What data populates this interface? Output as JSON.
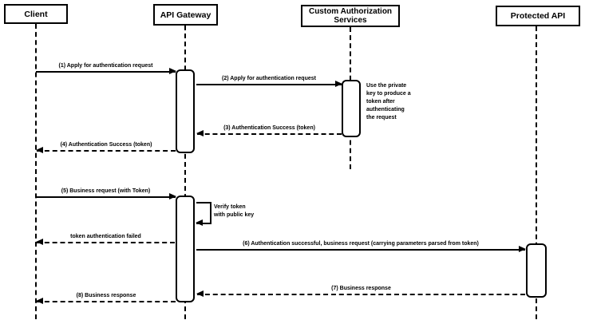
{
  "diagram_type": "sequence",
  "colors": {
    "stroke": "#000000",
    "background": "#ffffff",
    "text": "#000000"
  },
  "participants": [
    {
      "name": "Client"
    },
    {
      "name": "API Gateway"
    },
    {
      "name": "Custom Authorization Services"
    },
    {
      "name": "Protected API"
    }
  ],
  "messages": [
    {
      "label": "(1) Apply for authentication request",
      "from": "Client",
      "to": "API Gateway",
      "line": "solid"
    },
    {
      "label": "(2) Apply for authentication request",
      "from": "API Gateway",
      "to": "Custom Authorization Services",
      "line": "solid"
    },
    {
      "label": "(3) Authentication Success (token)",
      "from": "Custom Authorization Services",
      "to": "API Gateway",
      "line": "dashed"
    },
    {
      "label": "(4) Authentication Success (token)",
      "from": "API Gateway",
      "to": "Client",
      "line": "dashed"
    },
    {
      "label": "(5) Business request (with Token)",
      "from": "Client",
      "to": "API Gateway",
      "line": "solid"
    },
    {
      "label": "Verify token\nwith public key",
      "from": "API Gateway",
      "to": "API Gateway",
      "line": "solid"
    },
    {
      "label": "token authentication failed",
      "from": "API Gateway",
      "to": "Client",
      "line": "dashed"
    },
    {
      "label": "(6) Authentication successful, business request (carrying parameters parsed from token)",
      "from": "API Gateway",
      "to": "Protected API",
      "line": "solid"
    },
    {
      "label": "(7) Business response",
      "from": "Protected API",
      "to": "API Gateway",
      "line": "dashed"
    },
    {
      "label": "(8) Business response",
      "from": "API Gateway",
      "to": "Client",
      "line": "dashed"
    }
  ],
  "notes": [
    {
      "text": "Use the private\nkey to produce a\ntoken after\nauthenticating\nthe request",
      "anchor": "Custom Authorization Services"
    }
  ]
}
